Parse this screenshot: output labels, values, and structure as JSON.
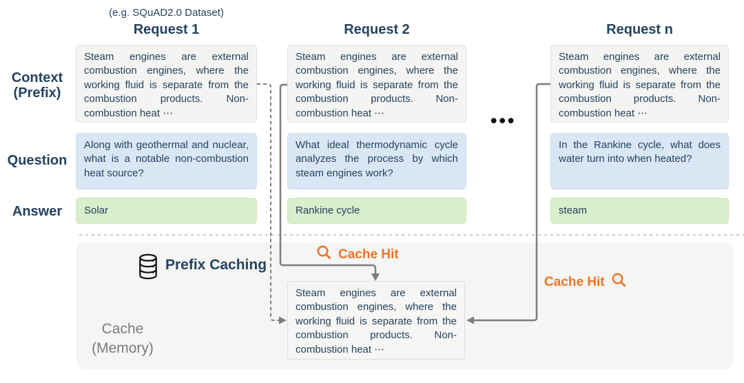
{
  "dataset_label": "(e.g. SQuAD2.0 Dataset)",
  "row_labels": {
    "context_line1": "Context",
    "context_line2": "(Prefix)",
    "question": "Question",
    "answer": "Answer"
  },
  "columns": [
    {
      "header": "Request 1",
      "context": "Steam engines are external combustion engines, where the working fluid is separate from the combustion products. Non-combustion heat ⋯",
      "question": "Along with geothermal and nuclear, what is a notable non-combustion heat source?",
      "answer": "Solar"
    },
    {
      "header": "Request 2",
      "context": "Steam engines are external combustion engines, where the working fluid is separate from the combustion products. Non-combustion heat ⋯",
      "question": "What ideal thermodynamic cycle analyzes the process by which steam engines work?",
      "answer": "Rankine cycle"
    },
    {
      "header": "Request n",
      "context": "Steam engines are external combustion engines, where the working fluid is separate from the combustion products. Non-combustion heat ⋯",
      "question": "In the Rankine cycle, what does water turn into when heated?",
      "answer": "steam"
    }
  ],
  "ellipsis": "•••",
  "cache_section": {
    "title": "Prefix Caching",
    "memory_line1": "Cache",
    "memory_line2": "(Memory)",
    "cached_context": "Steam engines are external combustion engines, where the working fluid is separate from the combustion products. Non-combustion heat ⋯",
    "cache_hit_center": "Cache Hit",
    "cache_hit_right": "Cache Hit"
  },
  "colors": {
    "navy_text": "#25425e",
    "orange_accent": "#ee7428",
    "context_bg": "#f4f4f2",
    "question_bg": "#d9e7f5",
    "answer_bg": "#d9eecb",
    "cache_bg": "#f5f5f3",
    "line_gray": "#7c7c7c",
    "divider_gray": "#c9c9c9"
  }
}
